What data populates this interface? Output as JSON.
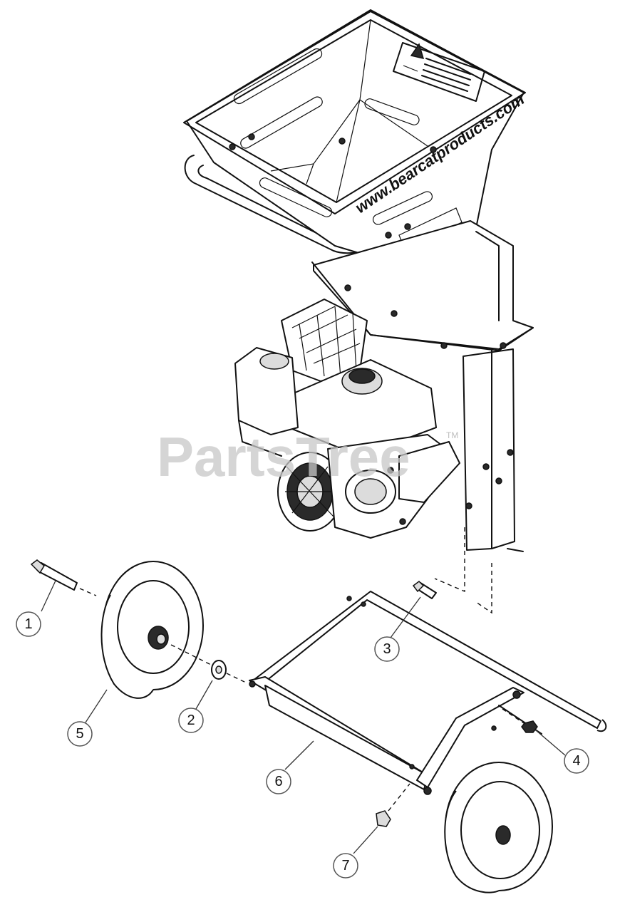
{
  "diagram": {
    "hopper_text": "www.bearcatproducts.com",
    "watermark": "PartsTree",
    "watermark_tm": "TM",
    "callouts": [
      {
        "id": "1",
        "label": "1"
      },
      {
        "id": "2",
        "label": "2"
      },
      {
        "id": "3",
        "label": "3"
      },
      {
        "id": "4",
        "label": "4"
      },
      {
        "id": "5",
        "label": "5"
      },
      {
        "id": "6",
        "label": "6"
      },
      {
        "id": "7",
        "label": "7"
      }
    ]
  }
}
